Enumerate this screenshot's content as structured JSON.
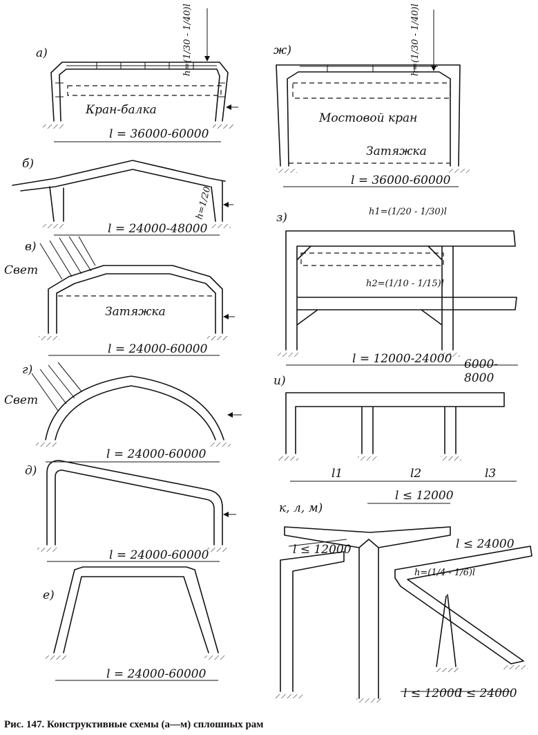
{
  "panels": {
    "a": {
      "label": "а)",
      "crane": "Кран-балка",
      "span": "l = 36000-60000",
      "h": "h=(1/30 - 1/40)l"
    },
    "b": {
      "label": "б)",
      "span": "l = 24000-48000",
      "h": "h=1/20"
    },
    "v": {
      "label": "в)",
      "light": "Свет",
      "tie": "Затяжка",
      "span": "l = 24000-60000"
    },
    "g": {
      "label": "г)",
      "light": "Свет",
      "span": "l = 24000-60000"
    },
    "d": {
      "label": "д)",
      "span": "l = 24000-60000"
    },
    "e": {
      "label": "е)",
      "span": "l = 24000-60000"
    },
    "zh": {
      "label": "ж)",
      "crane": "Мостовой кран",
      "tie": "Затяжка",
      "span": "l = 36000-60000",
      "h": "h=(1/30 - 1/40)l"
    },
    "z": {
      "label": "з)",
      "h1": "h1=(1/20 - 1/30)l",
      "h2": "h2=(1/10 - 1/15)l",
      "span": "l = 12000-24000",
      "overhang": "6000-",
      "overhang2": "8000"
    },
    "i": {
      "label": "и)",
      "l1": "l1",
      "l2": "l2",
      "l3": "l3"
    },
    "klm": {
      "label": "к, л, м)",
      "top": "l ≤ 12000",
      "left": "l ≤ 12000",
      "right": "l ≤ 24000",
      "h": "h=(1/4 - 1/6)l",
      "bottom1": "l ≤ 12000",
      "bottom2": "l ≤ 24000"
    }
  },
  "caption": "Рис. 147. Конструктивные схемы (а—м) сплошных рам"
}
